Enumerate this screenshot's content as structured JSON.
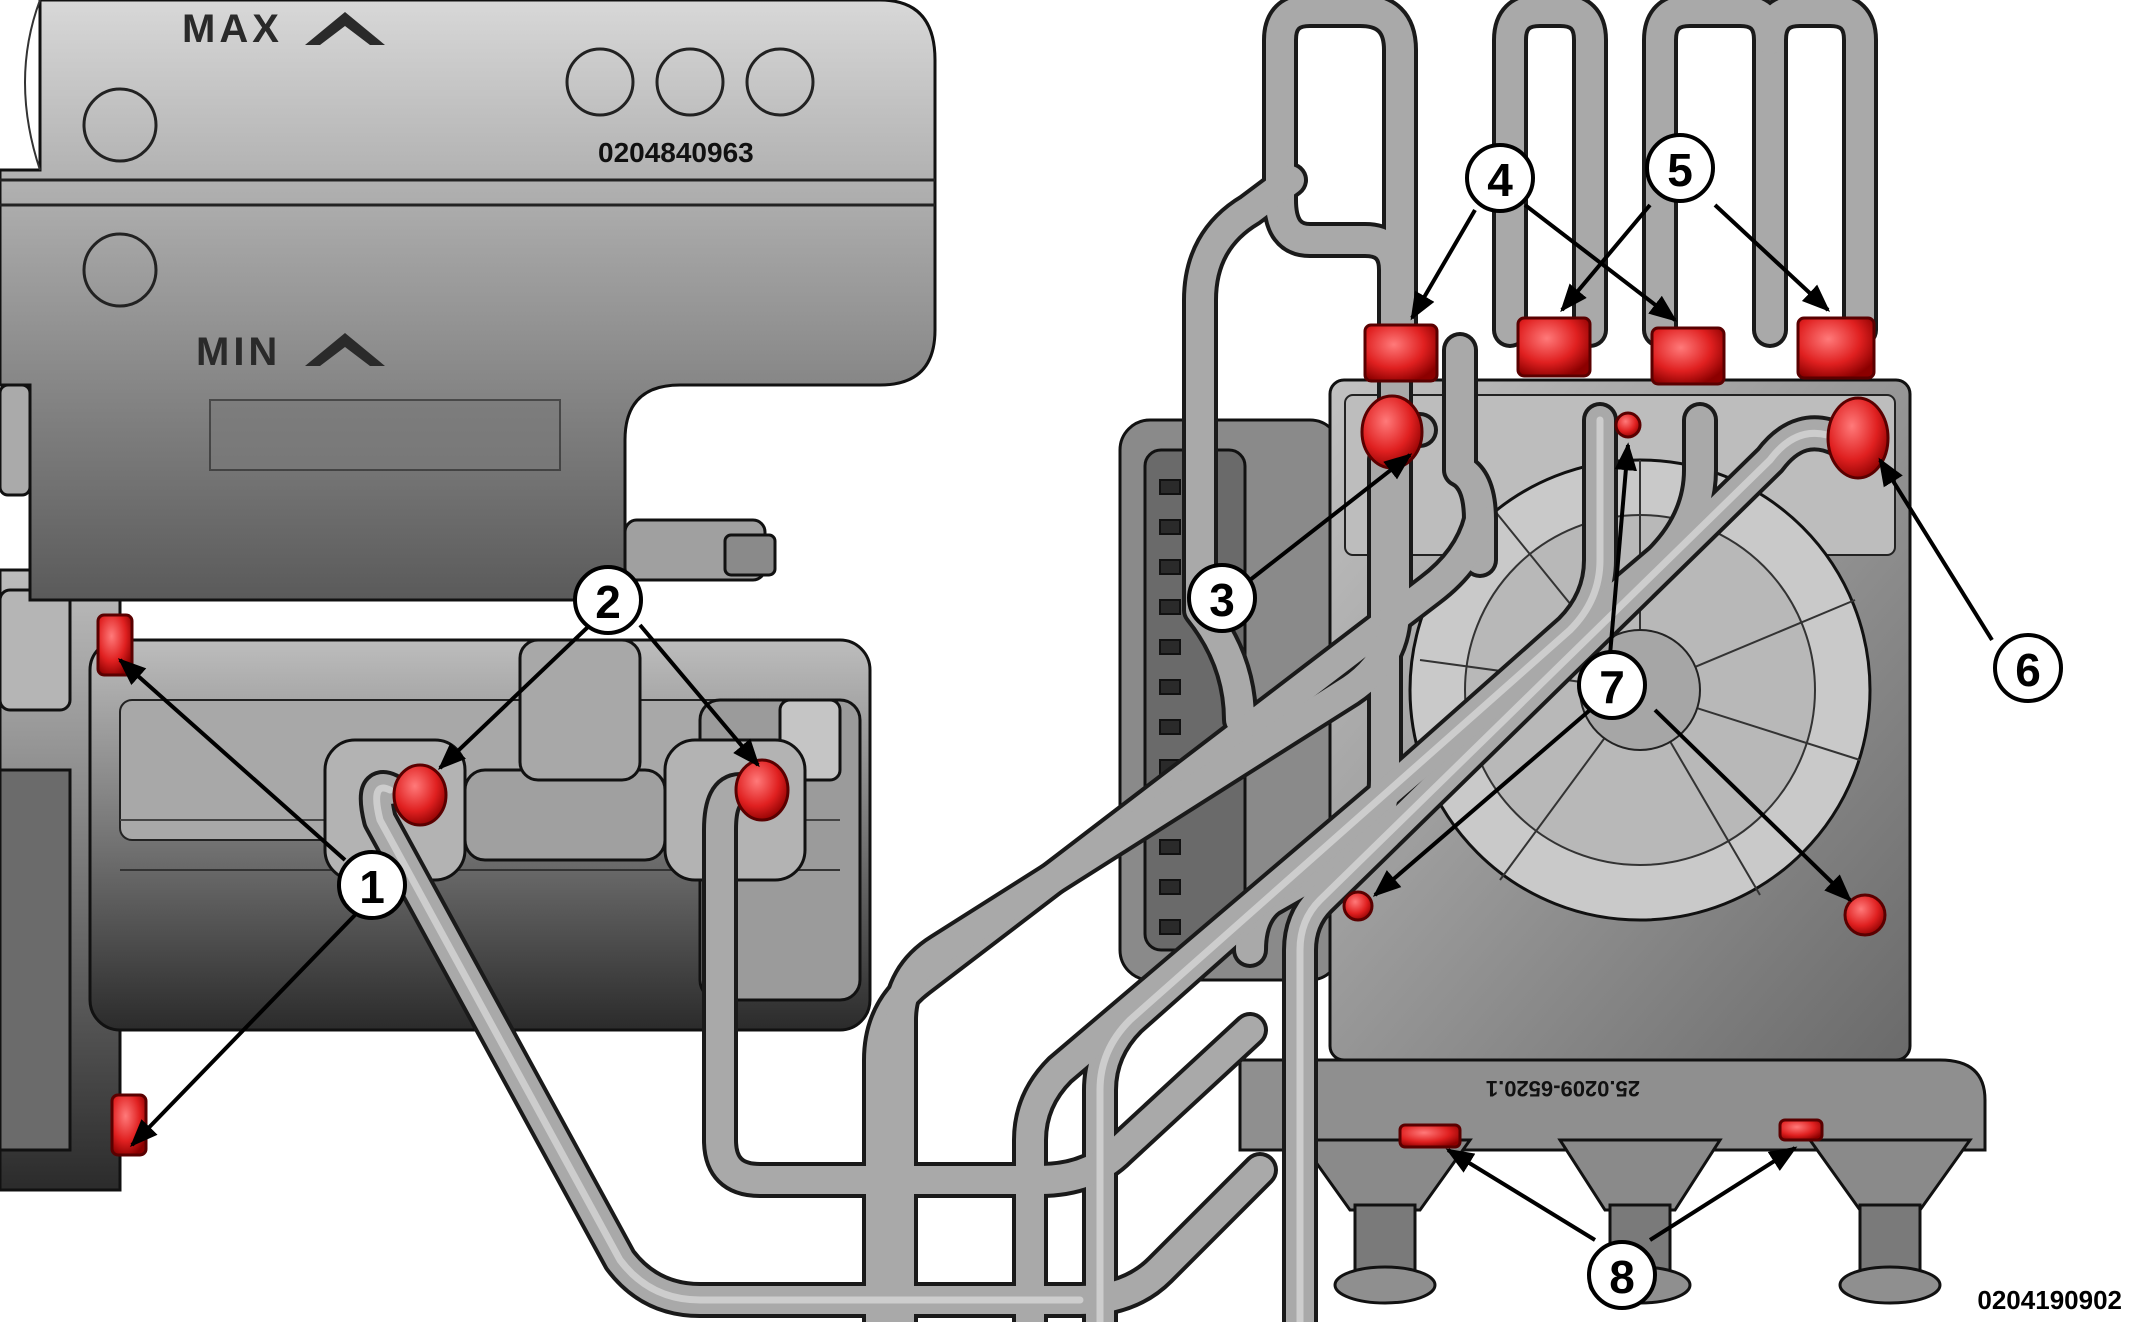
{
  "reservoir": {
    "max_label": "MAX",
    "min_label": "MIN",
    "part_number": "0204840963"
  },
  "hcu": {
    "housing_label": "25.0209-6520.1"
  },
  "callouts": [
    {
      "id": "1",
      "label": "1"
    },
    {
      "id": "2",
      "label": "2"
    },
    {
      "id": "3",
      "label": "3"
    },
    {
      "id": "4",
      "label": "4"
    },
    {
      "id": "5",
      "label": "5"
    },
    {
      "id": "6",
      "label": "6"
    },
    {
      "id": "7",
      "label": "7"
    },
    {
      "id": "8",
      "label": "8"
    }
  ],
  "figure_id": "0204190902",
  "colors": {
    "highlight": "#e02020",
    "metal": "#8a8a8a",
    "tube": "#9a9a9a",
    "outline": "#1a1a1a"
  }
}
